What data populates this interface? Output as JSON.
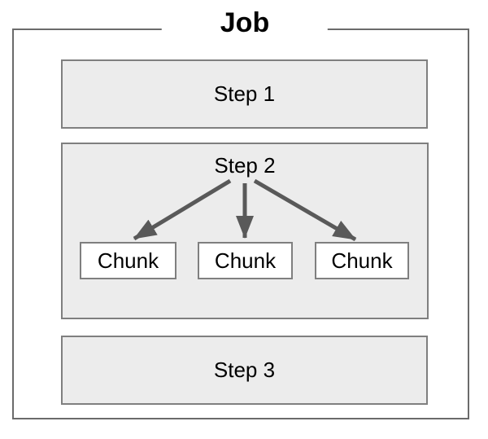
{
  "diagram": {
    "title": "Job",
    "steps": [
      {
        "label": "Step 1"
      },
      {
        "label": "Step 2",
        "children": [
          "Chunk",
          "Chunk",
          "Chunk"
        ]
      },
      {
        "label": "Step 3"
      }
    ],
    "colors": {
      "background": "#ffffff",
      "outer_border": "#6b6b6b",
      "step_fill": "#ececec",
      "step_border": "#7f7f7f",
      "chunk_fill": "#ffffff",
      "chunk_border": "#7f7f7f",
      "arrow": "#595959",
      "text": "#000000"
    }
  }
}
